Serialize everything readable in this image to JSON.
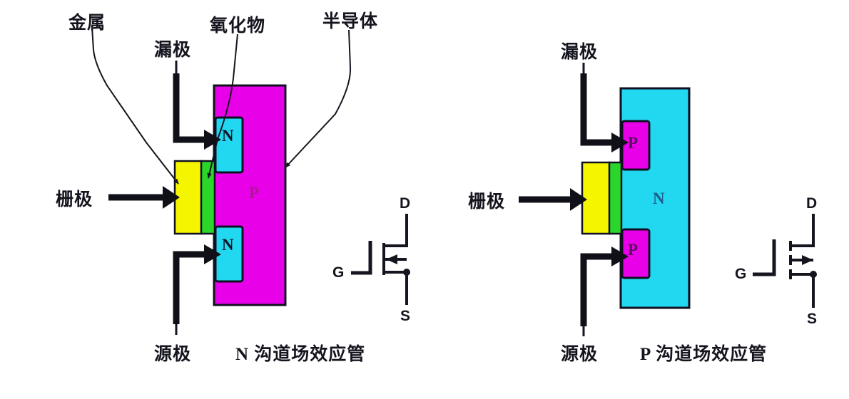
{
  "diagram": {
    "title_left": "N 沟道场效应管",
    "title_right": "P 沟道场效应管",
    "callouts": {
      "metal": "金属",
      "oxide": "氧化物",
      "semiconductor": "半导体"
    },
    "terminals": {
      "drain": "漏极",
      "gate": "栅极",
      "source": "源极"
    },
    "colors": {
      "metal_yellow": "#F5F500",
      "oxide_green": "#2BD62B",
      "n_type_cyan": "#22D8F0",
      "p_type_magenta": "#E800E8",
      "outline": "#101020",
      "lead_black": "#101018",
      "background": "#FFFFFF"
    }
  },
  "left_device": {
    "name": "n-channel-mosfet",
    "caption": "N 沟道场效应管",
    "substrate_letter": "P",
    "substrate_color": "#E800E8",
    "well_letter": "N",
    "well_color": "#22D8F0",
    "gate_metal_color": "#F5F500",
    "gate_oxide_color": "#2BD62B",
    "labels": {
      "drain": "漏极",
      "gate": "栅极",
      "source": "源极"
    },
    "symbol": {
      "drain_pin": "D",
      "gate_pin": "G",
      "source_pin": "S",
      "arrow_direction": "inward"
    }
  },
  "right_device": {
    "name": "p-channel-mosfet",
    "caption": "P 沟道场效应管",
    "substrate_letter": "N",
    "substrate_color": "#22D8F0",
    "well_letter": "P",
    "well_color": "#E800E8",
    "gate_metal_color": "#F5F500",
    "gate_oxide_color": "#2BD62B",
    "labels": {
      "drain": "漏极",
      "gate": "栅极",
      "source": "源极"
    },
    "symbol": {
      "drain_pin": "D",
      "gate_pin": "G",
      "source_pin": "S",
      "arrow_direction": "outward"
    }
  }
}
